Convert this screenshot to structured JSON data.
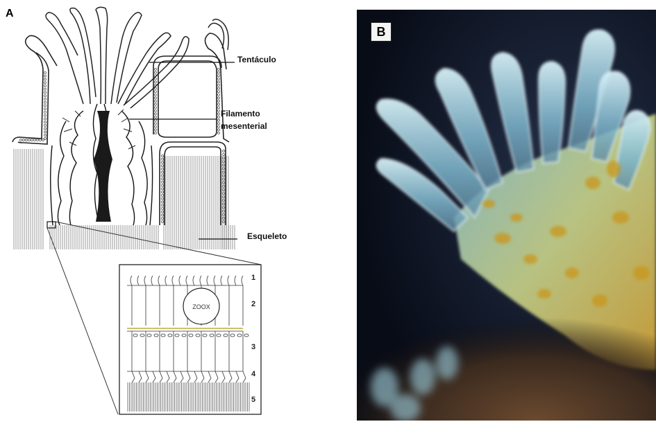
{
  "panel_a": {
    "label": "A",
    "callouts": {
      "tentaculo": "Tentáculo",
      "filamento_line1": "Filamento",
      "filamento_line2": "mesenterial",
      "esqueleto": "Esqueleto"
    },
    "inset": {
      "zoox_label": "ZOOX",
      "layer_numbers": [
        "1",
        "2",
        "3",
        "4",
        "5"
      ]
    }
  },
  "panel_b": {
    "label": "B"
  },
  "colors": {
    "ink": "#222222",
    "photo_background": "#0d1322",
    "tissue_cyan": "#9fd3e6",
    "zooxanthellae_yellow": "#c8a21e"
  }
}
